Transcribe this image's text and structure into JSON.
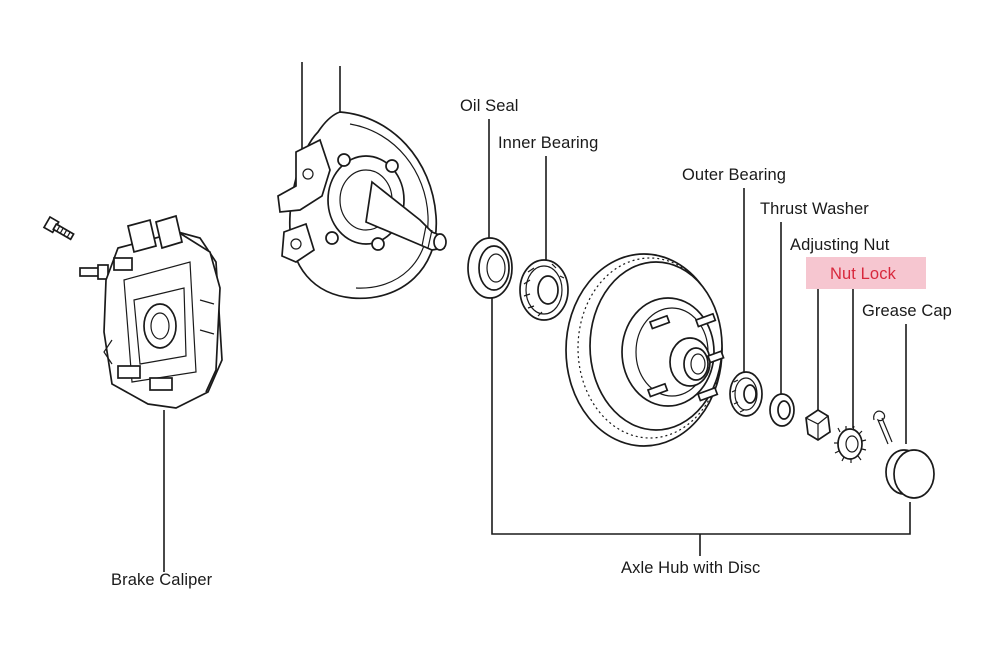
{
  "labels": {
    "oil_seal": "Oil Seal",
    "inner_bearing": "Inner Bearing",
    "outer_bearing": "Outer Bearing",
    "thrust_washer": "Thrust Washer",
    "adjusting_nut": "Adjusting Nut",
    "nut_lock": "Nut Lock",
    "grease_cap": "Grease Cap",
    "axle_hub": "Axle Hub with Disc",
    "brake_caliper": "Brake Caliper"
  },
  "colors": {
    "highlight": "#f6c6d0",
    "highlight_text": "#d8283c",
    "ink": "#1a1a1a"
  }
}
